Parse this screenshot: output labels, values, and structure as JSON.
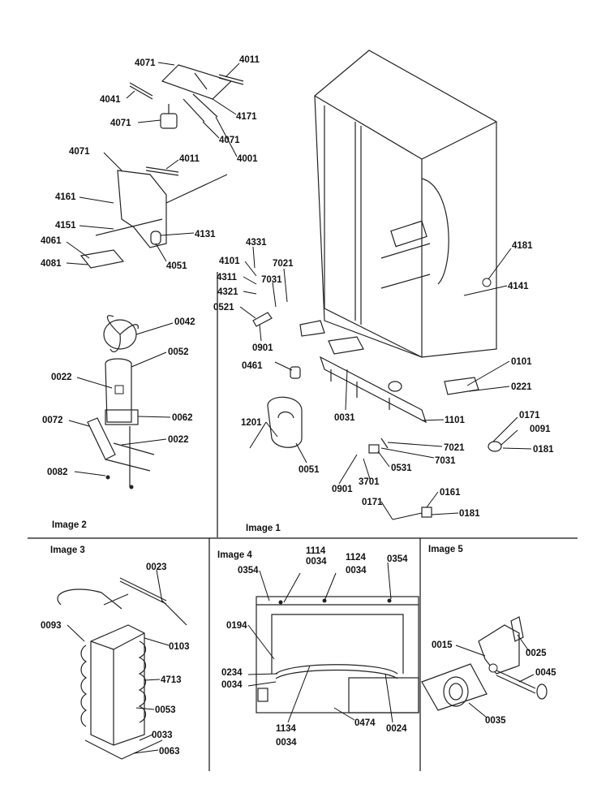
{
  "panels": [
    {
      "key": "image1",
      "caption": "Image 1"
    },
    {
      "key": "image2",
      "caption": "Image 2"
    },
    {
      "key": "image3",
      "caption": "Image 3"
    },
    {
      "key": "image4",
      "caption": "Image 4"
    },
    {
      "key": "image5",
      "caption": "Image 5"
    }
  ],
  "callouts": {
    "p2": [
      "4071",
      "4011",
      "4041",
      "4171",
      "4071",
      "4071",
      "4001",
      "4071",
      "4011",
      "4161",
      "4151",
      "4131",
      "4061",
      "4081",
      "4051",
      "0042",
      "0052",
      "0022",
      "0062",
      "0072",
      "0022",
      "0082"
    ],
    "p1": [
      "4331",
      "4101",
      "4311",
      "4321",
      "7021",
      "7031",
      "0521",
      "0901",
      "0461",
      "4181",
      "4141",
      "0101",
      "0221",
      "1201",
      "0031",
      "1101",
      "0171",
      "0091",
      "0181",
      "0051",
      "7021",
      "7031",
      "0531",
      "3701",
      "0901",
      "0161",
      "0171",
      "0181"
    ],
    "p3": [
      "0023",
      "0093",
      "0103",
      "4713",
      "0053",
      "0033",
      "0063"
    ],
    "p4": [
      "1114",
      "0034",
      "1124",
      "0034",
      "0354",
      "0354",
      "0194",
      "0234",
      "0034",
      "1134",
      "0034",
      "0474",
      "0024"
    ],
    "p5": [
      "0015",
      "0025",
      "0045",
      "0035"
    ]
  }
}
